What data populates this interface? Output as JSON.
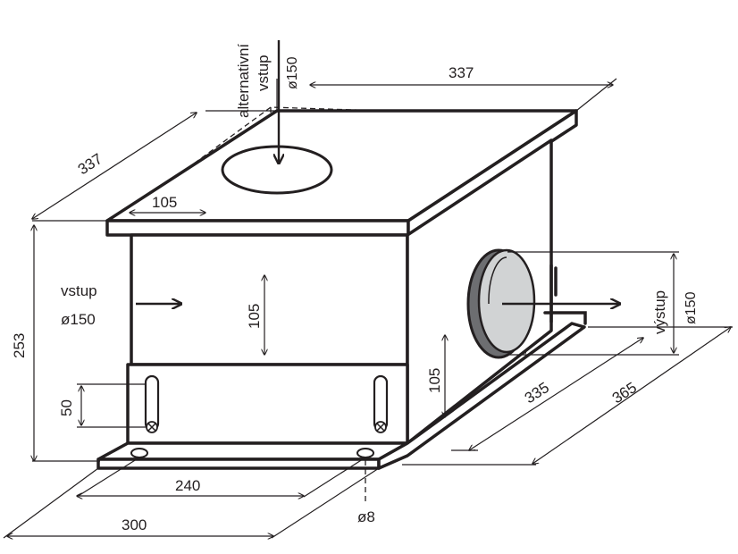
{
  "colors": {
    "line": "#231f20",
    "background": "#ffffff",
    "collar_dark": "#6d6e71",
    "collar_light": "#d1d3d4"
  },
  "labels": {
    "top_inlet_line1": "alternativní",
    "top_inlet_line2": "vstup",
    "top_inlet_diameter": "ø150",
    "side_inlet": "vstup",
    "side_inlet_diameter": "ø150",
    "outlet": "výstup",
    "outlet_diameter": "ø150",
    "hole_diameter": "ø8"
  },
  "dimensions": {
    "top_width": "337",
    "top_depth": "337",
    "top_inlet_offset": "105",
    "height": "253",
    "side_inlet_height": "105",
    "outlet_height": "105",
    "slot_length": "50",
    "hole_spacing": "240",
    "base_width": "300",
    "base_depth_inner": "335",
    "base_depth_outer": "365"
  }
}
